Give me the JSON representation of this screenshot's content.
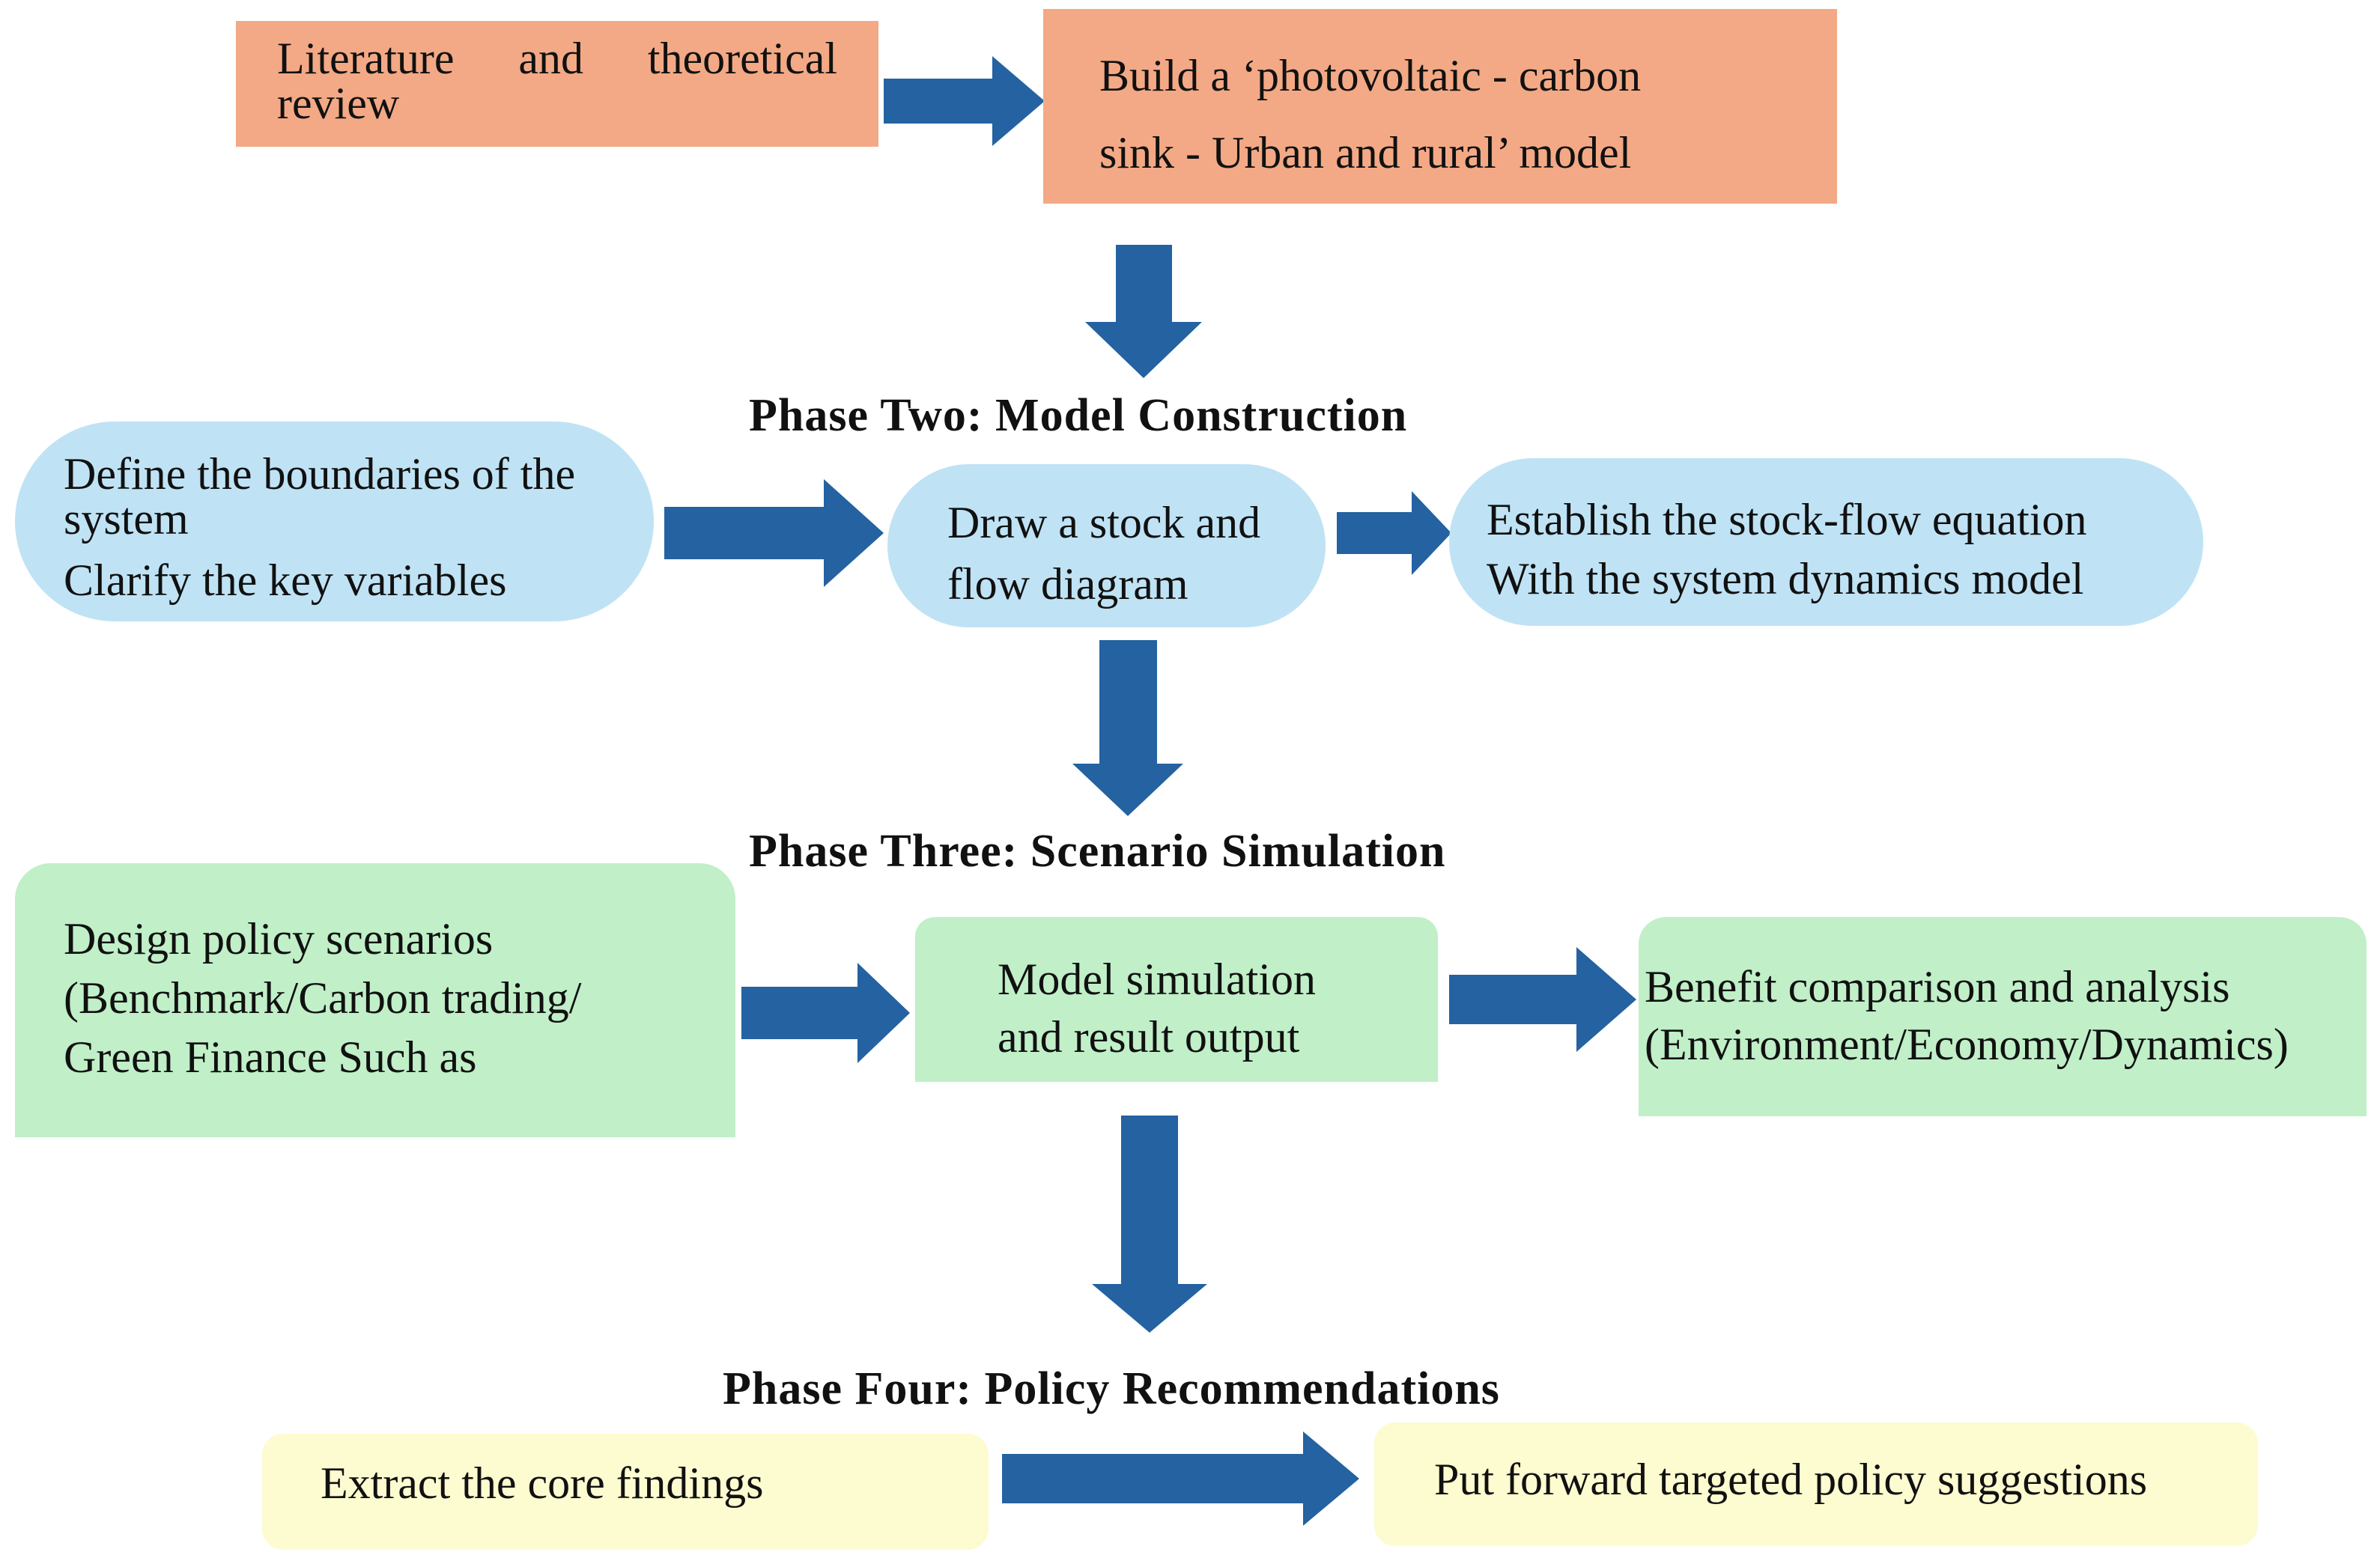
{
  "colors": {
    "arrow": "#2462a1",
    "phase1_fill": "#f3a985",
    "phase2_fill": "#bfe3f5",
    "phase3_fill": "#c0efc8",
    "phase4_fill": "#fdfbd0"
  },
  "phase1": {
    "review_lines": [
      "Literature and theoretical",
      "review"
    ],
    "model_lines": [
      "Build a ‘photovoltaic - carbon",
      "sink - Urban and rural’ model"
    ]
  },
  "phase2": {
    "title": "Phase Two: Model Construction",
    "boundaries_lines": [
      "Define the boundaries of the",
      "system",
      "Clarify the key variables"
    ],
    "stockflow_lines": [
      "Draw a stock and",
      "flow diagram"
    ],
    "equation_lines": [
      "Establish the stock-flow equation",
      "With the system dynamics model"
    ]
  },
  "phase3": {
    "title": "Phase Three: Scenario Simulation",
    "scenarios_lines": [
      "Design policy scenarios",
      "(Benchmark/Carbon trading/",
      "Green Finance Such as"
    ],
    "simulation_lines": [
      "Model simulation",
      "and result output"
    ],
    "benefit_lines": [
      "Benefit comparison and analysis",
      "(Environment/Economy/Dynamics)"
    ]
  },
  "phase4": {
    "title": "Phase Four: Policy Recommendations",
    "findings": "Extract the core findings",
    "suggestions": "Put forward targeted policy suggestions"
  }
}
